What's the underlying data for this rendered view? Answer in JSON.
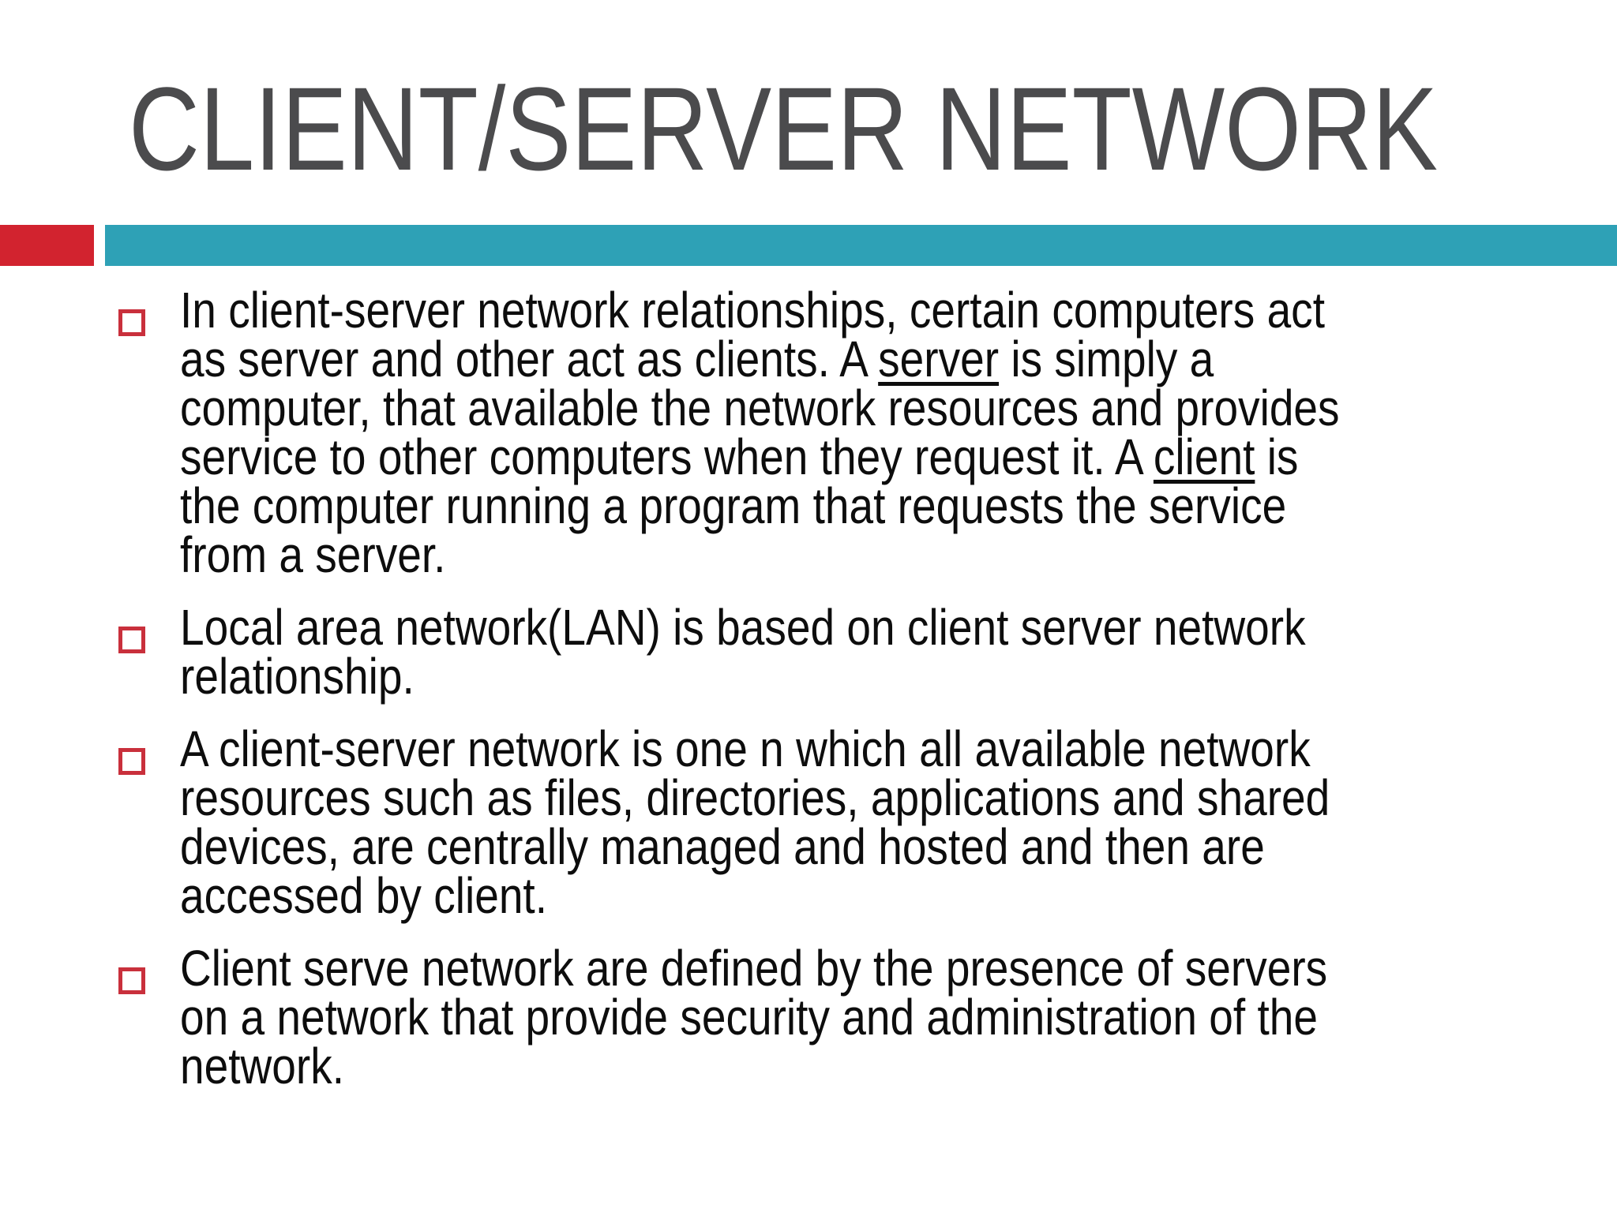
{
  "slide": {
    "title": "CLIENT/SERVER NETWORK",
    "colors": {
      "background": "#ffffff",
      "title_gray": "#4b4b4d",
      "accent_red": "#d2232f",
      "accent_teal": "#2ea1b6",
      "bullet_red": "#c9303c",
      "text": "#0d0d0d"
    },
    "bullets": [
      {
        "lines": [
          [
            {
              "t": "In client-server network relationships, certain computers act"
            }
          ],
          [
            {
              "t": "as server and other act as clients. A "
            },
            {
              "t": "server",
              "u": true
            },
            {
              "t": " is simply a"
            }
          ],
          [
            {
              "t": "computer, that available the network resources and provides"
            }
          ],
          [
            {
              "t": "service to other computers when they request it. A "
            },
            {
              "t": "client",
              "u": true
            },
            {
              "t": " is"
            }
          ],
          [
            {
              "t": "the computer running a program that requests the service"
            }
          ],
          [
            {
              "t": "from a server."
            }
          ]
        ]
      },
      {
        "lines": [
          [
            {
              "t": "Local area network(LAN) is based on client server network"
            }
          ],
          [
            {
              "t": "relationship."
            }
          ]
        ]
      },
      {
        "lines": [
          [
            {
              "t": "A client-server network is one n which all available network"
            }
          ],
          [
            {
              "t": "resources such as files, directories, applications and shared"
            }
          ],
          [
            {
              "t": "devices, are centrally managed and hosted and then are"
            }
          ],
          [
            {
              "t": "accessed by client."
            }
          ]
        ]
      },
      {
        "lines": [
          [
            {
              "t": "Client serve network are defined by the presence of servers"
            }
          ],
          [
            {
              "t": "on a network that provide security and administration of the"
            }
          ],
          [
            {
              "t": "network."
            }
          ]
        ]
      }
    ]
  }
}
